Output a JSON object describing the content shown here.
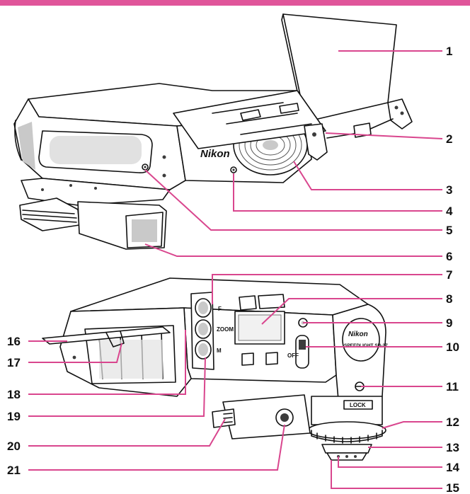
{
  "brand": "Nikon",
  "model_text": "SPEEDLIGHT SB-27",
  "panel_labels": {
    "f": "F",
    "zoom": "ZOOM",
    "m": "M",
    "lock": "LOCK",
    "off": "OFF"
  },
  "colors": {
    "accent": "#e0559a",
    "leader": "#d9468e",
    "ink": "#111111"
  },
  "callouts": [
    "1",
    "2",
    "3",
    "4",
    "5",
    "6",
    "7",
    "8",
    "9",
    "10",
    "11",
    "12",
    "13",
    "14",
    "15",
    "16",
    "17",
    "18",
    "19",
    "20",
    "21"
  ]
}
